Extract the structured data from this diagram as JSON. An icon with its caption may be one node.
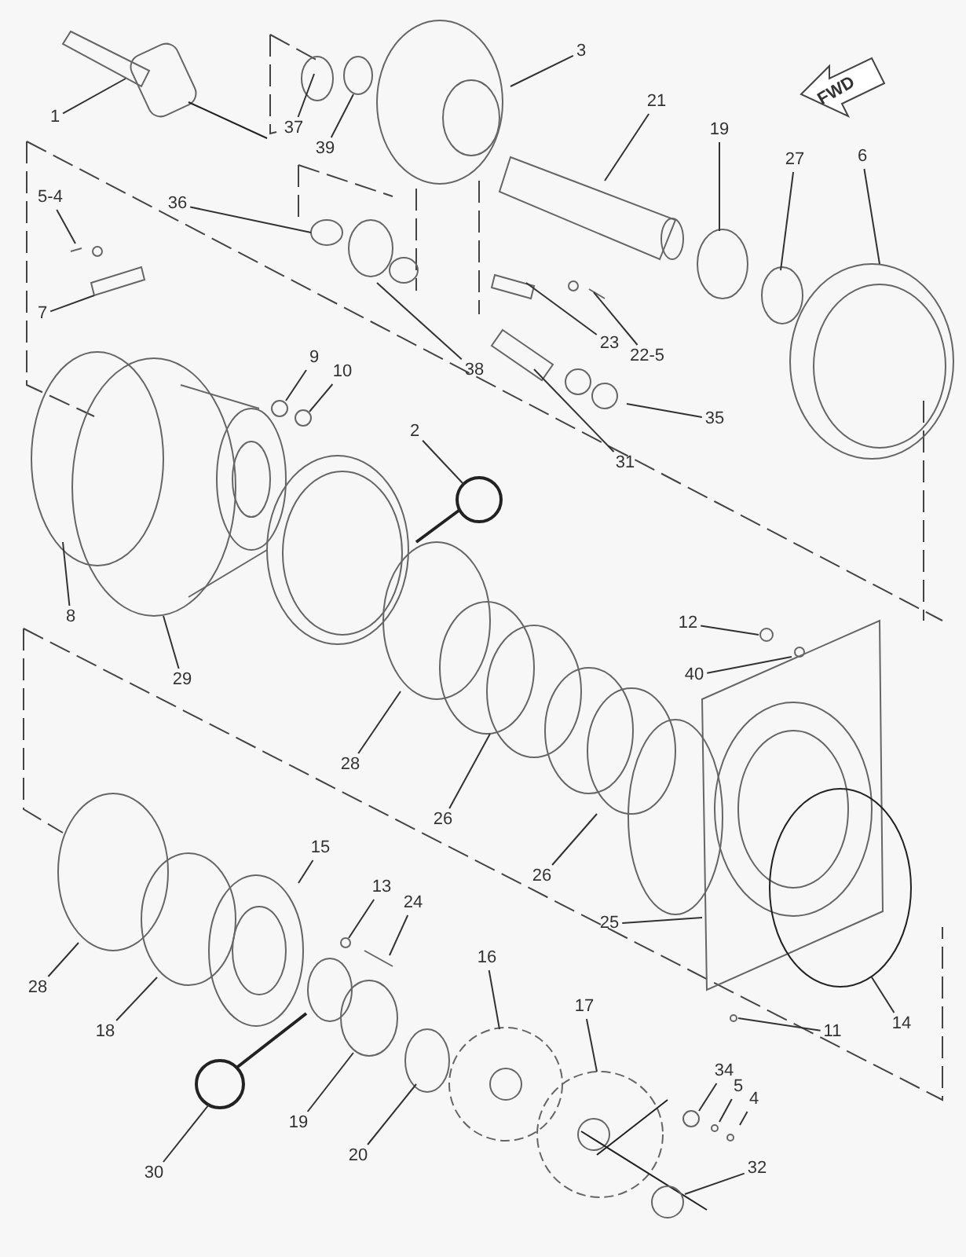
{
  "diagram": {
    "nodes": [
      {
        "text": [
          "1"
        ]
      },
      {
        "text": [
          "37"
        ]
      },
      {
        "text": [
          "39"
        ]
      },
      {
        "text": [
          "3"
        ]
      },
      {
        "text": [
          "21"
        ]
      },
      {
        "text": [
          "19"
        ]
      },
      {
        "text": [
          "27"
        ]
      },
      {
        "text": [
          "6"
        ]
      },
      {
        "text": [
          "5-4"
        ]
      },
      {
        "text": [
          "36"
        ]
      },
      {
        "text": [
          "7"
        ]
      },
      {
        "text": [
          "38"
        ]
      },
      {
        "text": [
          "23"
        ]
      },
      {
        "text": [
          "22-5"
        ]
      },
      {
        "text": [
          "9"
        ]
      },
      {
        "text": [
          "10"
        ]
      },
      {
        "text": [
          "2"
        ]
      },
      {
        "text": [
          "31"
        ]
      },
      {
        "text": [
          "35"
        ]
      },
      {
        "text": [
          "8"
        ]
      },
      {
        "text": [
          "29"
        ]
      },
      {
        "text": [
          "12"
        ]
      },
      {
        "text": [
          "40"
        ]
      },
      {
        "text": [
          "28"
        ]
      },
      {
        "text": [
          "26"
        ]
      },
      {
        "text": [
          "26"
        ]
      },
      {
        "text": [
          "25"
        ]
      },
      {
        "text": [
          "15"
        ]
      },
      {
        "text": [
          "13"
        ]
      },
      {
        "text": [
          "24"
        ]
      },
      {
        "text": [
          "28"
        ]
      },
      {
        "text": [
          "18"
        ]
      },
      {
        "text": [
          "16"
        ]
      },
      {
        "text": [
          "11"
        ]
      },
      {
        "text": [
          "14"
        ]
      },
      {
        "text": [
          "17"
        ]
      },
      {
        "text": [
          "30"
        ]
      },
      {
        "text": [
          "19"
        ]
      },
      {
        "text": [
          "20"
        ]
      },
      {
        "text": [
          "34"
        ]
      },
      {
        "text": [
          "5"
        ]
      },
      {
        "text": [
          "4"
        ]
      },
      {
        "text": [
          "32"
        ]
      }
    ],
    "edges": [
      {
        "from": 0,
        "to": null,
        "arrow": "none"
      },
      {
        "from": 1,
        "to": null,
        "arrow": "none"
      },
      {
        "from": 2,
        "to": null,
        "arrow": "none"
      },
      {
        "from": 3,
        "to": null,
        "arrow": "none"
      },
      {
        "from": 4,
        "to": null,
        "arrow": "none"
      },
      {
        "from": 5,
        "to": null,
        "arrow": "none"
      },
      {
        "from": 6,
        "to": null,
        "arrow": "none"
      },
      {
        "from": 7,
        "to": null,
        "arrow": "none"
      },
      {
        "from": 8,
        "to": null,
        "arrow": "none"
      },
      {
        "from": 9,
        "to": null,
        "arrow": "none"
      },
      {
        "from": 10,
        "to": null,
        "arrow": "none"
      },
      {
        "from": 11,
        "to": null,
        "arrow": "none"
      },
      {
        "from": 12,
        "to": null,
        "arrow": "none"
      },
      {
        "from": 13,
        "to": null,
        "arrow": "none"
      },
      {
        "from": 14,
        "to": null,
        "arrow": "none"
      },
      {
        "from": 15,
        "to": null,
        "arrow": "none"
      },
      {
        "from": 16,
        "to": null,
        "arrow": "none"
      },
      {
        "from": 17,
        "to": null,
        "arrow": "none"
      },
      {
        "from": 18,
        "to": null,
        "arrow": "none"
      },
      {
        "from": 19,
        "to": null,
        "arrow": "none"
      },
      {
        "from": 20,
        "to": null,
        "arrow": "none"
      },
      {
        "from": 21,
        "to": null,
        "arrow": "none"
      },
      {
        "from": 22,
        "to": null,
        "arrow": "none"
      },
      {
        "from": 23,
        "to": null,
        "arrow": "none"
      },
      {
        "from": 24,
        "to": null,
        "arrow": "none"
      },
      {
        "from": 25,
        "to": null,
        "arrow": "none"
      },
      {
        "from": 26,
        "to": null,
        "arrow": "none"
      },
      {
        "from": 27,
        "to": null,
        "arrow": "none"
      },
      {
        "from": 28,
        "to": null,
        "arrow": "none"
      },
      {
        "from": 29,
        "to": null,
        "arrow": "none"
      },
      {
        "from": 30,
        "to": null,
        "arrow": "none"
      },
      {
        "from": 31,
        "to": null,
        "arrow": "none"
      },
      {
        "from": 32,
        "to": null,
        "arrow": "none"
      },
      {
        "from": 33,
        "to": null,
        "arrow": "none"
      },
      {
        "from": 34,
        "to": null,
        "arrow": "none"
      },
      {
        "from": 35,
        "to": null,
        "arrow": "none"
      },
      {
        "from": 36,
        "to": null,
        "arrow": "none"
      },
      {
        "from": 37,
        "to": null,
        "arrow": "none"
      },
      {
        "from": 38,
        "to": null,
        "arrow": "none"
      },
      {
        "from": 39,
        "to": null,
        "arrow": "none"
      },
      {
        "from": 40,
        "to": null,
        "arrow": "none"
      },
      {
        "from": 41,
        "to": null,
        "arrow": "none"
      },
      {
        "from": 42,
        "to": null,
        "arrow": "none"
      }
    ],
    "labels": [
      "FWD"
    ]
  }
}
